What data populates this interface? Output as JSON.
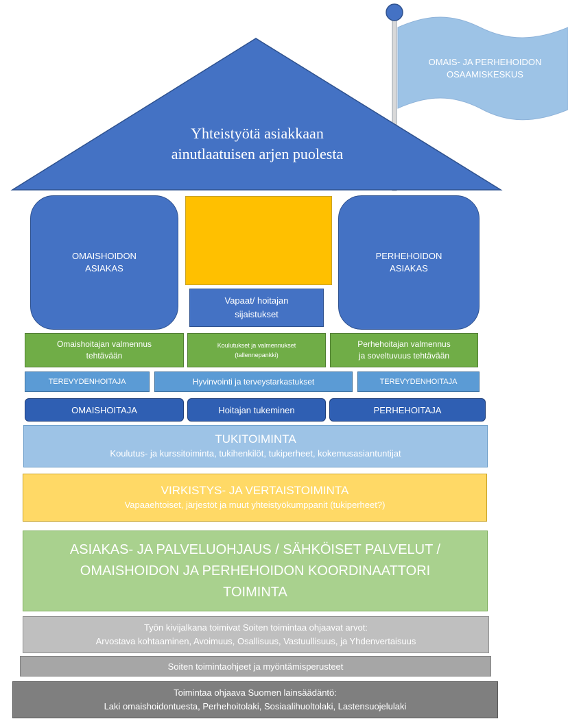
{
  "flag": {
    "line1": "OMAIS- JA PERHEHOIDON",
    "line2": "OSAAMISKESKUS"
  },
  "roof": {
    "line1": "Yhteistyötä asiakkaan",
    "line2": "ainutlaatuisen arjen puolesta"
  },
  "omaishoidon_asiakas": {
    "line1": "OMAISHOIDON",
    "line2": "ASIAKAS"
  },
  "perhehoidon_asiakas": {
    "line1": "PERHEHOIDON",
    "line2": "ASIAKAS"
  },
  "vapaat": {
    "line1": "Vapaat/ hoitajan",
    "line2": "sijaistukset"
  },
  "valmennus_left": {
    "line1": "Omaishoitajan valmennus",
    "line2": "tehtävään"
  },
  "koulutukset": {
    "line1": "Koulutukset ja valmennukset",
    "line2": "(tallennepankki)"
  },
  "valmennus_right": {
    "line1": "Perhehoitajan valmennus",
    "line2": "ja soveltuvuus tehtävään"
  },
  "terveydenhoitaja_left": "TEREVYDENHOITAJA",
  "hyvinvointi": "Hyvinvointi ja terveystarkastukset",
  "terveydenhoitaja_right": "TEREVYDENHOITAJA",
  "omaishoitaja": "OMAISHOITAJA",
  "hoitajan_tukeminen": "Hoitajan tukeminen",
  "perhehoitaja": "PERHEHOITAJA",
  "tukitoiminta": {
    "title": "TUKITOIMINTA",
    "text": "Koulutus- ja kurssitoiminta, tukihenkilöt, tukiperheet, kokemusasiantuntijat"
  },
  "virkistys": {
    "title": "VIRKISTYS- JA VERTAISTOIMINTA",
    "text": "Vapaaehtoiset, järjestöt ja muut yhteistyökumppanit (tukiperheet?)"
  },
  "asiakasohjaus": {
    "line1": "ASIAKAS- JA PALVELUOHJAUS / SÄHKÖISET PALVELUT /",
    "line2": "OMAISHOIDON JA PERHEHOIDON KOORDINAATTORI",
    "line3": "TOIMINTA"
  },
  "kivijalka": {
    "line1": "Työn kivijalkana toimivat Soiten toimintaa ohjaavat arvot:",
    "line2": "Arvostava kohtaaminen, Avoimuus, Osallisuus, Vastuullisuus, ja Yhdenvertaisuus"
  },
  "ohjeet": "Soiten toimintaohjeet ja myöntämisperusteet",
  "lainsaadanto": {
    "line1": "Toimintaa ohjaava Suomen lainsäädäntö:",
    "line2": "Laki omaishoidontuesta, Perhehoitolaki, Sosiaalihuoltolaki, Lastensuojelulaki"
  },
  "colors": {
    "blue": "#4472c4",
    "roof": "#4472c4",
    "yellow": "#ffc000",
    "green": "#70ad47",
    "light_blue": "#5b9bd5",
    "dark_blue": "#2f5fb3",
    "pale_blue": "#9dc3e6",
    "pale_yellow": "#ffd966",
    "pale_green": "#a9d18e",
    "grey": "#bfbfbf",
    "mid_grey": "#a6a6a6",
    "dark_grey": "#7f7f7f",
    "flag": "#9dc3e6"
  }
}
